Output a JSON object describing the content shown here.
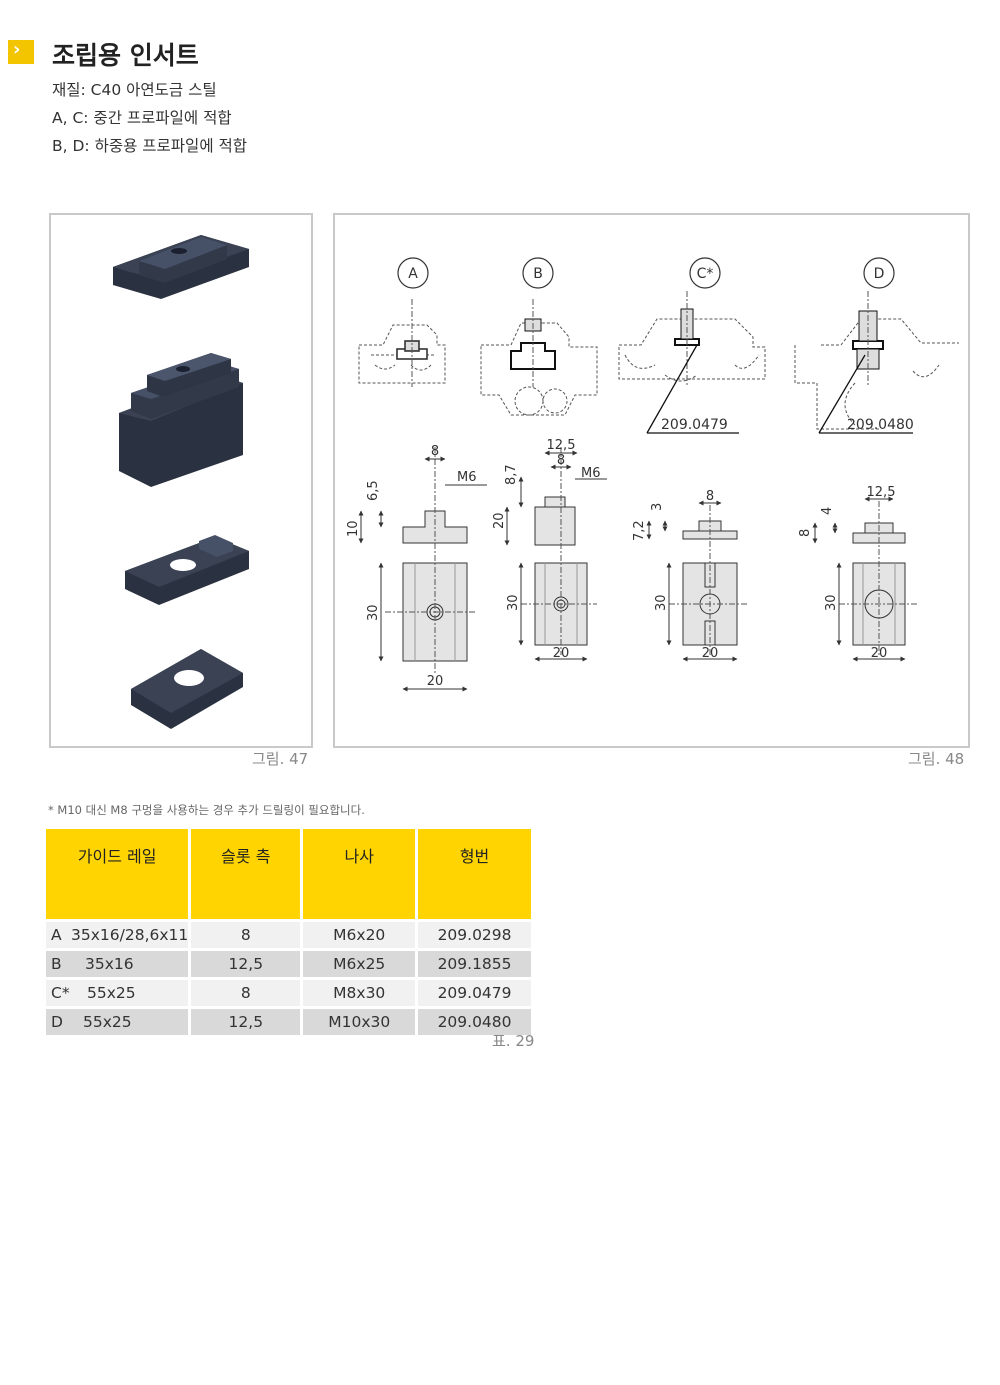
{
  "section": {
    "title": "조립용 인서트",
    "lines": [
      "재질: C40 아연도금 스틸",
      "A, C: 중간 프로파일에 적합",
      "B, D: 하중용 프로파일에 적합"
    ]
  },
  "figures": {
    "fig47_caption": "그림. 47",
    "fig48_caption": "그림. 48",
    "variants": [
      "A",
      "B",
      "C*",
      "D"
    ],
    "part_numbers": [
      "209.0479",
      "209.0480"
    ],
    "dims_A": {
      "w": "8",
      "thread": "M6",
      "h1": "6,5",
      "h2": "10",
      "len": "30",
      "width": "20"
    },
    "dims_B": {
      "w1": "12,5",
      "w2": "8",
      "thread": "M6",
      "h1": "8,7",
      "h2": "20",
      "len": "30",
      "width": "20"
    },
    "dims_C": {
      "w": "8",
      "h1": "3",
      "h2": "7,2",
      "len": "30",
      "width": "20"
    },
    "dims_D": {
      "w": "12,5",
      "h1": "4",
      "h2": "8",
      "len": "30",
      "width": "20"
    }
  },
  "footnote": "* M10 대신 M8 구멍을 사용하는 경우 추가 드릴링이 필요합니다.",
  "table": {
    "headers": [
      "가이드 레일",
      "슬롯 측",
      "나사",
      "형번"
    ],
    "rows": [
      {
        "key": "A",
        "rail": "35x16/28,6x11",
        "slot": "8",
        "screw": "M6x20",
        "part": "209.0298"
      },
      {
        "key": "B",
        "rail": "35x16",
        "slot": "12,5",
        "screw": "M6x25",
        "part": "209.1855"
      },
      {
        "key": "C*",
        "rail": "55x25",
        "slot": "8",
        "screw": "M8x30",
        "part": "209.0479"
      },
      {
        "key": "D",
        "rail": "55x25",
        "slot": "12,5",
        "screw": "M10x30",
        "part": "209.0480"
      }
    ],
    "caption": "표. 29"
  },
  "colors": {
    "accent": "#ffd400",
    "part_dark": "#2a3140",
    "drawing_fill": "#e4e4e4"
  }
}
